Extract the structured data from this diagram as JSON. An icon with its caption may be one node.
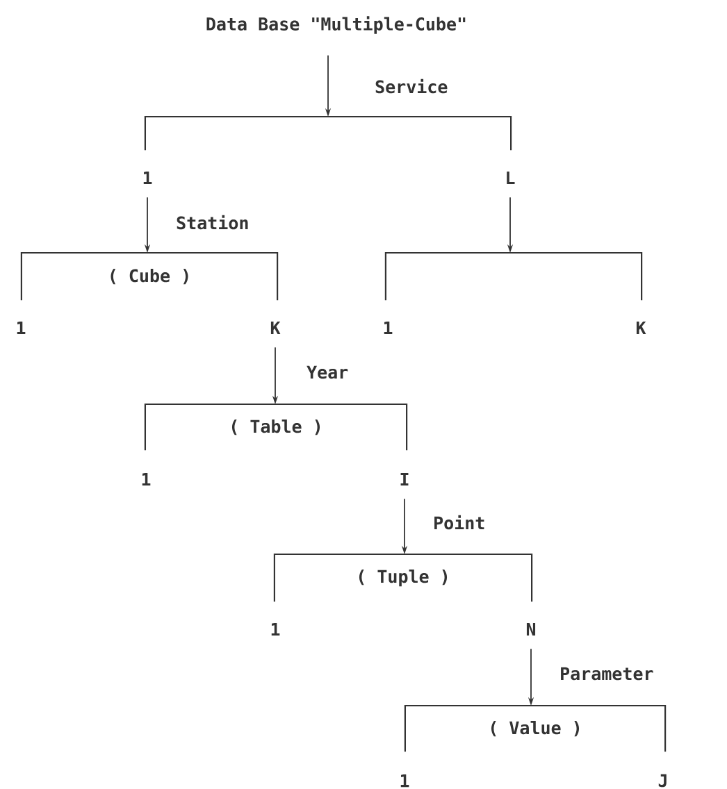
{
  "diagram": {
    "nodes": [
      {
        "text": [
          "Data Base \"Multiple-Cube\""
        ]
      },
      {
        "text": [],
        "shape": "bracket"
      },
      {
        "text": [
          "1"
        ]
      },
      {
        "text": [
          "L"
        ]
      },
      {
        "text": [
          "( Cube )"
        ]
      },
      {
        "text": [
          "K"
        ]
      },
      {
        "text": [],
        "shape": "bracket"
      },
      {
        "text": [
          "( Table )"
        ]
      },
      {
        "text": [
          "I"
        ]
      },
      {
        "text": [
          "( Tuple )"
        ]
      },
      {
        "text": [
          "N"
        ]
      },
      {
        "text": [
          "( Value )"
        ]
      }
    ],
    "edges": [
      {
        "from": 0,
        "to": 1,
        "arrow": "to",
        "label": "Service"
      },
      {
        "from": 2,
        "to": 4,
        "arrow": "to",
        "label": "Station"
      },
      {
        "from": 3,
        "to": 6,
        "arrow": "to"
      },
      {
        "from": 5,
        "to": 7,
        "arrow": "to",
        "label": "Year"
      },
      {
        "from": 8,
        "to": 9,
        "arrow": "to",
        "label": "Point"
      },
      {
        "from": 10,
        "to": 11,
        "arrow": "to",
        "label": "Parameter"
      }
    ],
    "labels": [
      "1",
      "1",
      "K",
      "1",
      "1",
      "1",
      "J"
    ]
  }
}
